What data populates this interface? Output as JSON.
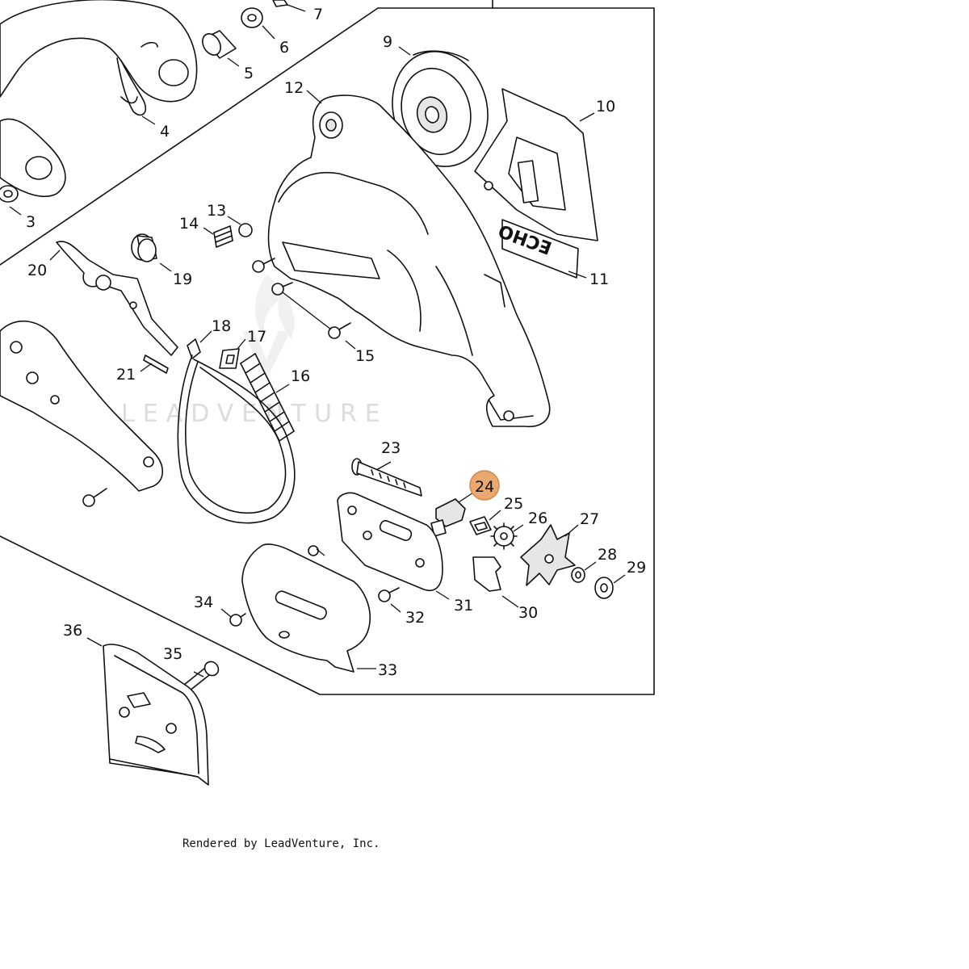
{
  "credit": "Rendered by LeadVenture, Inc.",
  "watermark": "LEADVENTURE",
  "decal_text": "ECHO",
  "highlight_color": "#e8a870",
  "highlighted_part": "24",
  "callouts": [
    "3",
    "4",
    "5",
    "6",
    "7",
    "9",
    "10",
    "11",
    "12",
    "13",
    "14",
    "15",
    "16",
    "17",
    "18",
    "19",
    "20",
    "21",
    "23",
    "24",
    "25",
    "26",
    "27",
    "28",
    "29",
    "30",
    "31",
    "32",
    "33",
    "34",
    "35",
    "36"
  ]
}
